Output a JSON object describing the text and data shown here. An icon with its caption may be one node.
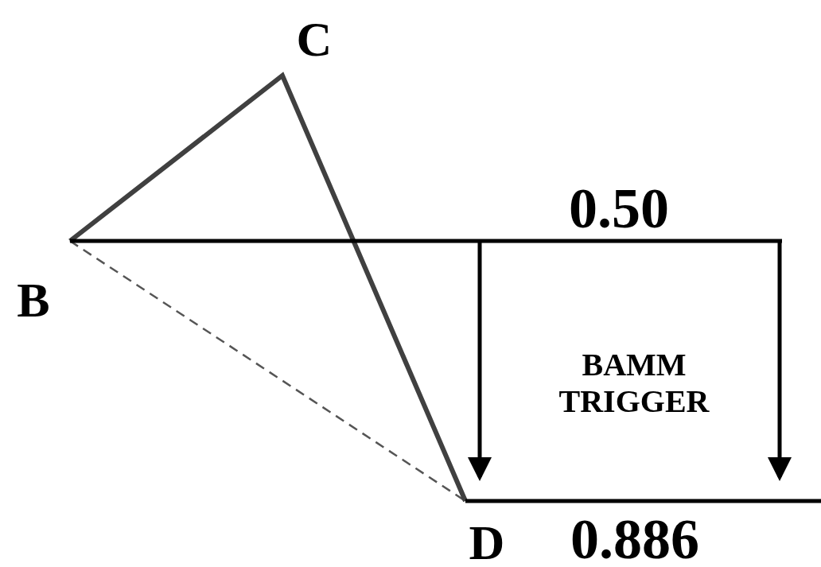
{
  "diagram": {
    "labels": [
      "C",
      "0.50",
      "B",
      "BAMM TRIGGER",
      "D",
      "0.886"
    ]
  }
}
